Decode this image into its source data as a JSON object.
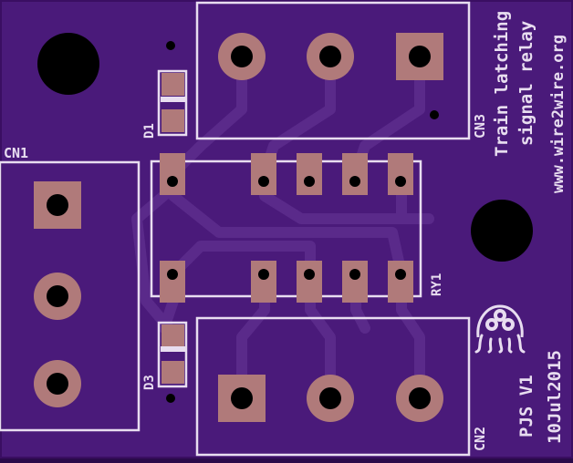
{
  "board": {
    "silk_color": "#e8ddf0",
    "board_color": "#4a1a7a",
    "trace_color": "#5a2a8a",
    "pad_color": "#b07a7a",
    "hole_color": "#000000"
  },
  "labels": {
    "cn1": "CN1",
    "cn2": "CN2",
    "cn3": "CN3",
    "d1": "D1",
    "d3": "D3",
    "ry1": "RY1",
    "title_line1": "Train latching",
    "title_line2": "signal relay",
    "website": "www.wire2wire.org",
    "version": "PJS V1",
    "date": "10Jul2015"
  },
  "logo": {
    "icon": "octopus-logo-icon"
  }
}
